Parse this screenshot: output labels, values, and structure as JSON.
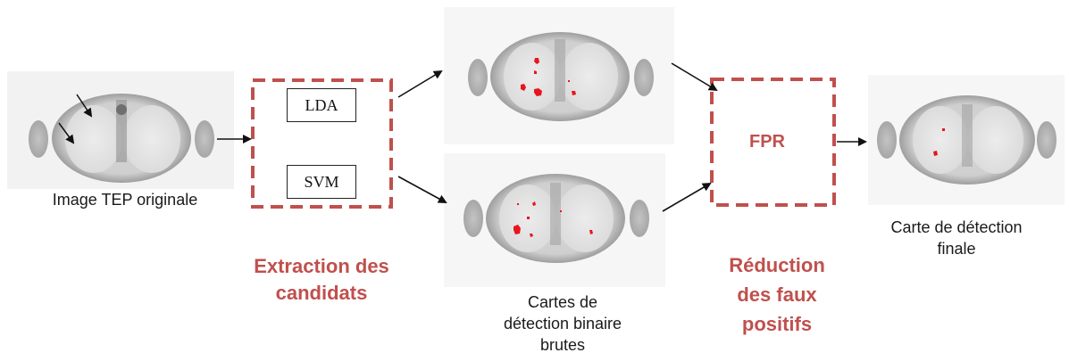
{
  "captions": {
    "original": "Image TEP originale",
    "final_line1": "Carte de détection",
    "final_line2": "finale",
    "raw_line1": "Cartes de",
    "raw_line2": "détection binaire",
    "raw_line3": "brutes"
  },
  "stages": {
    "extraction_line1": "Extraction des",
    "extraction_line2": "candidats",
    "reduction_line1": "Réduction",
    "reduction_line2": "des faux",
    "reduction_line3": "positifs"
  },
  "classifiers": {
    "lda": "LDA",
    "svm": "SVM"
  },
  "fpr_label": "FPR",
  "colors": {
    "accent": "#c0504d",
    "lesion": "#e8141e",
    "arrow": "#111111"
  }
}
